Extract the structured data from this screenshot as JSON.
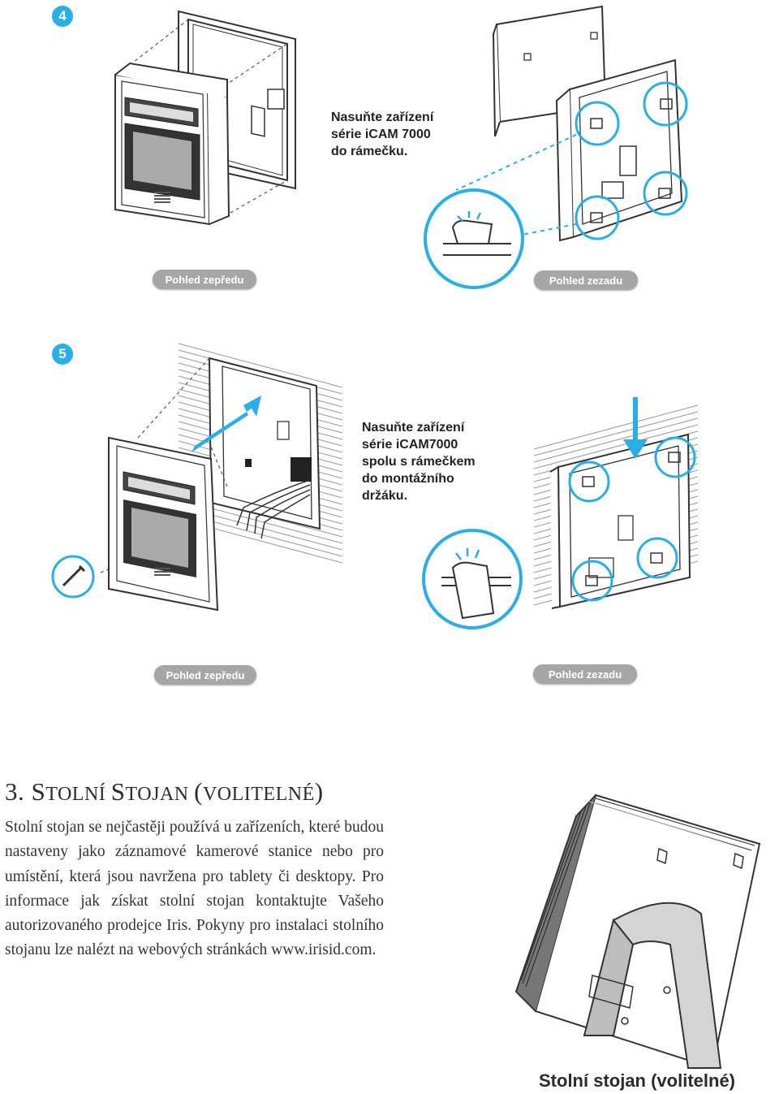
{
  "step4": {
    "number": "4",
    "callout": "Nasuňte zařízení\nsérie iCAM 7000\ndo rámečku.",
    "front_label": "Pohled zepředu",
    "back_label": "Pohled zezadu"
  },
  "step5": {
    "number": "5",
    "callout": "Nasuňte zařízení\nsérie iCAM7000\nspolu s rámečkem\ndo montážního\ndržáku.",
    "front_label": "Pohled zepředu",
    "back_label": "Pohled zezadu"
  },
  "section": {
    "number": "3. ",
    "title_parts": [
      "S",
      "TOLNÍ ",
      "S",
      "TOJAN ",
      "(",
      "VOLITELNÉ",
      ")"
    ],
    "body": "Stolní stojan se nejčastěji používá u zařízeních, které budou nastaveny jako záznamové kamerové stanice nebo pro umístění, která jsou navržena pro tablety či desktopy. Pro informace jak získat stolní stojan kontaktujte Vašeho autorizovaného prodejce Iris. Pokyny pro instalaci stolního stojanu lze nalézt na webových stránkách www.irisid.com.",
    "stand_caption": "Stolní stojan (volitelné)"
  },
  "colors": {
    "accent": "#29aee6",
    "pill": "#a6a6a6",
    "line": "#333333"
  },
  "icons": {
    "badge": "step-number-badge",
    "screw": "screw-icon",
    "zoom": "zoom-circle-icon",
    "arrow": "insert-arrow-icon"
  }
}
